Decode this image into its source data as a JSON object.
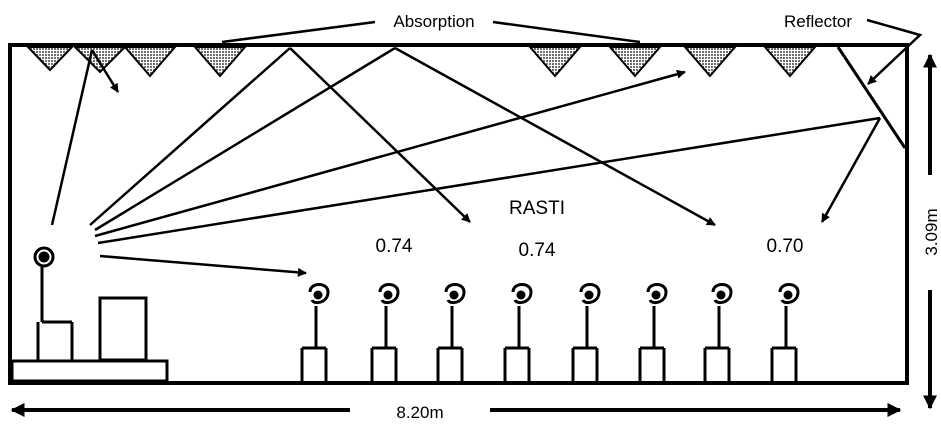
{
  "labels": {
    "absorption": "Absorption",
    "reflector": "Reflector",
    "rasti": "RASTI",
    "width": "8.20m",
    "height": "3.09m"
  },
  "rasti_values": [
    "0.74",
    "0.74",
    "0.70"
  ],
  "colors": {
    "ink": "#000000",
    "panel_fill": "#9a9a9a",
    "background": "#ffffff"
  }
}
